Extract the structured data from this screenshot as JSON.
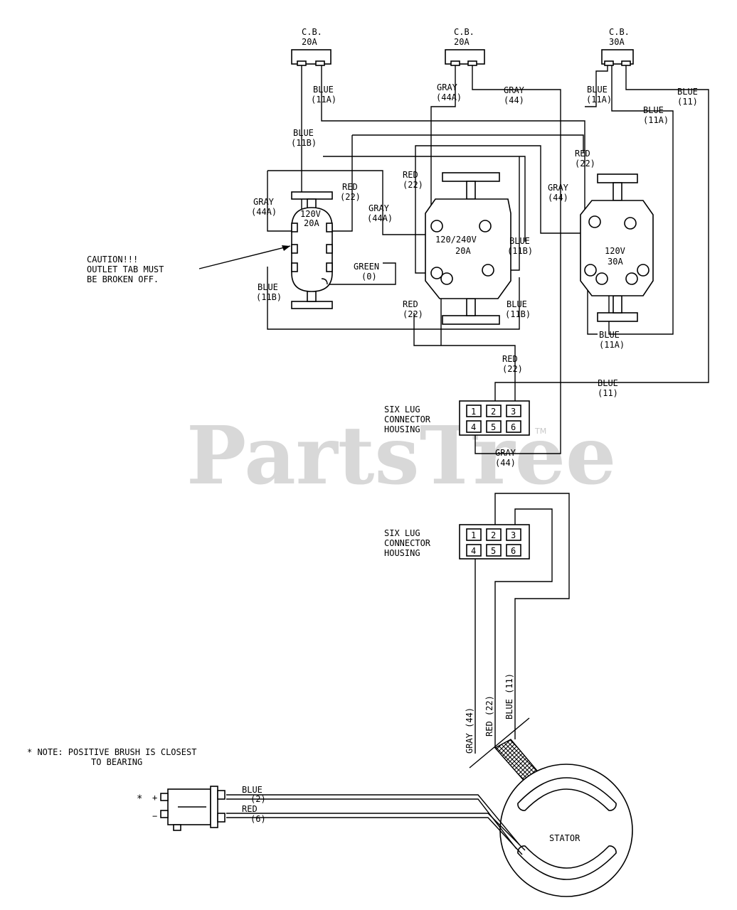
{
  "watermark": {
    "text": "PartsTree",
    "trademark": "TM"
  },
  "breakers": [
    {
      "line1": "C.B.",
      "line2": "20A"
    },
    {
      "line1": "C.B.",
      "line2": "20A"
    },
    {
      "line1": "C.B.",
      "line2": "30A"
    }
  ],
  "outlets": {
    "o120_20": {
      "line1": "120V",
      "line2": "20A"
    },
    "o120_240": {
      "line1": "120/240V",
      "line2": "20A"
    },
    "o120_30": {
      "line1": "120V",
      "line2": "30A"
    }
  },
  "caution": {
    "line1": "CAUTION!!!",
    "line2": "OUTLET TAB MUST",
    "line3": "BE BROKEN OFF."
  },
  "wires": {
    "blue": "BLUE",
    "gray": "GRAY",
    "red": "RED",
    "green": "GREEN",
    "c11": "(11)",
    "c11a": "(11A)",
    "c11b": "(11B)",
    "c44": "(44)",
    "c44a": "(44A)",
    "c22": "(22)",
    "c0": "(0)",
    "c2": "(2)",
    "c6": "(6)",
    "gray44": "GRAY (44)",
    "red22": "RED (22)",
    "blue11": "BLUE (11)"
  },
  "connector": {
    "line1": "SIX LUG",
    "line2": "CONNECTOR",
    "line3": "HOUSING",
    "lugs": [
      "1",
      "2",
      "3",
      "4",
      "5",
      "6"
    ]
  },
  "stator": {
    "label": "STATOR"
  },
  "note": {
    "line1": "* NOTE: POSITIVE BRUSH IS CLOSEST",
    "line2": "TO BEARING"
  },
  "brush": {
    "star": "*",
    "plus": "+",
    "minus": "−"
  }
}
